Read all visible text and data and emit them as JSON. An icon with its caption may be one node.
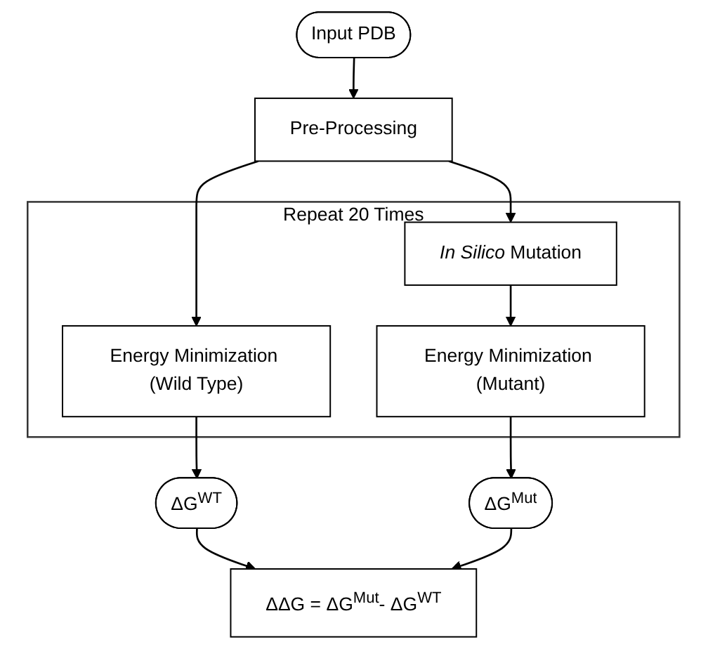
{
  "diagram": {
    "nodes": [
      {
        "text": [
          "Input PDB"
        ]
      },
      {
        "text": [
          "Pre-Processing"
        ]
      },
      {
        "text": [
          "Repeat 20 Times"
        ]
      },
      {
        "text": [
          "Energy Minimization (Wild Type)"
        ],
        "in": 2
      },
      {
        "text": [
          "*In Silico* Mutation"
        ],
        "in": 2
      },
      {
        "text": [
          "Energy Minimization (Mutant)"
        ],
        "in": 2
      },
      {
        "text": [
          "ΔG$^{WT}$"
        ]
      },
      {
        "text": [
          "ΔG$^{Mut}$"
        ]
      },
      {
        "text": [
          "ΔΔG = ΔG$^{Mut}$- ΔG$^{WT}$"
        ]
      }
    ],
    "edges": [
      {
        "from": 0,
        "to": 1,
        "arrow": "to"
      },
      {
        "from": 1,
        "to": 3,
        "arrow": "to"
      },
      {
        "from": 1,
        "to": 4,
        "arrow": "to"
      },
      {
        "from": 4,
        "to": 5,
        "arrow": "to"
      },
      {
        "from": 3,
        "to": 6,
        "arrow": "to"
      },
      {
        "from": 5,
        "to": 7,
        "arrow": "to"
      },
      {
        "from": 6,
        "to": 8,
        "arrow": "to"
      },
      {
        "from": 7,
        "to": 8,
        "arrow": "to"
      }
    ]
  }
}
